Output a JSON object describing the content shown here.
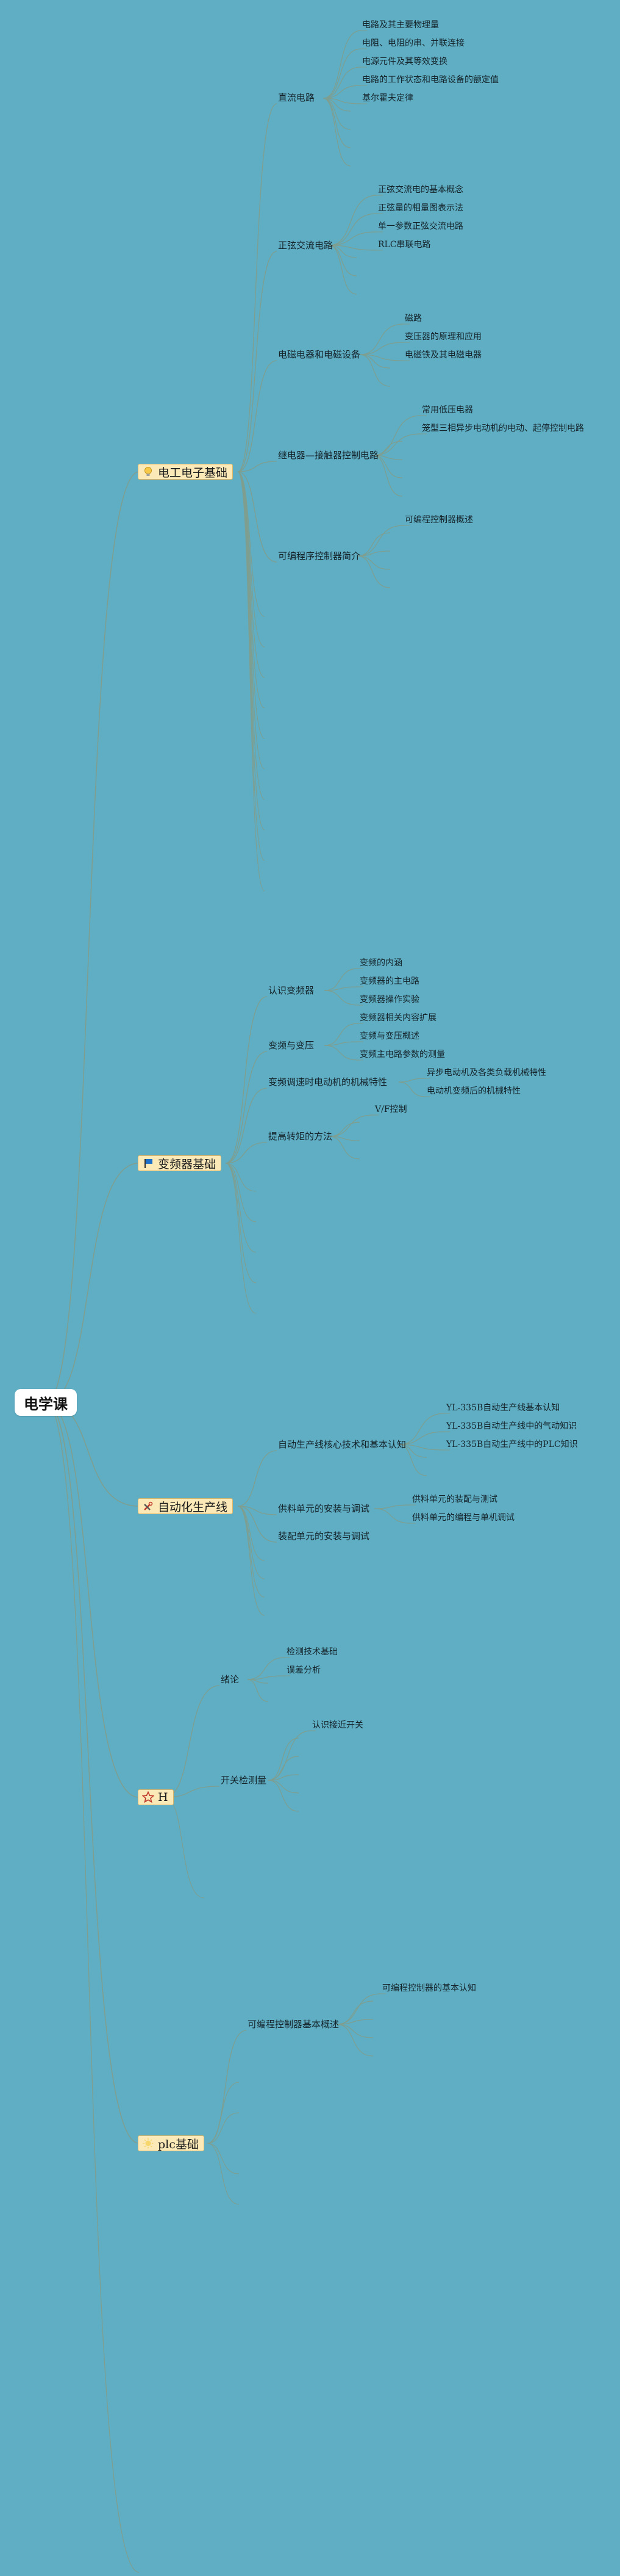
{
  "root": {
    "title": "电学课"
  },
  "branches": {
    "b1": {
      "label": "电工电子基础",
      "icon": "bulb-icon"
    },
    "b2": {
      "label": "变频器基础",
      "icon": "flag-icon"
    },
    "b3": {
      "label": "自动化生产线",
      "icon": "tools-icon"
    },
    "b4": {
      "label": "H",
      "icon": "star-icon"
    },
    "b5": {
      "label": "plc基础",
      "icon": "sun-icon"
    }
  },
  "b1": {
    "c1": {
      "label": "直流电路",
      "items": [
        "电路及其主要物理量",
        "电阻、电阻的串、并联连接",
        "电源元件及其等效变换",
        "电路的工作状态和电路设备的额定值",
        "基尔霍夫定律"
      ]
    },
    "c2": {
      "label": "正弦交流电路",
      "items": [
        "正弦交流电的基本概念",
        "正弦量的相量图表示法",
        "单一参数正弦交流电路",
        "RLC串联电路"
      ]
    },
    "c3": {
      "label": "电磁电器和电磁设备",
      "items": [
        "磁路",
        "变压器的原理和应用",
        "电磁铁及其电磁电器"
      ]
    },
    "c4": {
      "label": "继电器—接触器控制电路",
      "items": [
        "常用低压电器",
        "笼型三相异步电动机的电动、起停控制电路"
      ]
    },
    "c5": {
      "label": "可编程序控制器简介",
      "items": [
        "可编程控制器概述"
      ]
    }
  },
  "b2": {
    "c1": {
      "label": "认识变频器",
      "items": [
        "变频的内涵",
        "变频器的主电路",
        "变频器操作实验"
      ]
    },
    "c2": {
      "label": "变频与变压",
      "items": [
        "变频器相关内容扩展",
        "变频与变压概述",
        "变频主电路参数的测量"
      ]
    },
    "c3": {
      "label": "变频调速时电动机的机械特性",
      "items": [
        "异步电动机及各类负载机械特性",
        "电动机变频后的机械特性"
      ]
    },
    "c4": {
      "label": "提高转矩的方法",
      "items": [
        "V/F控制"
      ]
    }
  },
  "b3": {
    "c1": {
      "label": "自动生产线核心技术和基本认知",
      "items": [
        "YL-335B自动生产线基本认知",
        "YL-335B自动生产线中的气动知识",
        "YL-335B自动生产线中的PLC知识"
      ]
    },
    "c2": {
      "label": "供料单元的安装与调试",
      "items": [
        "供料单元的装配与测试",
        "供料单元的编程与单机调试"
      ]
    },
    "c3": {
      "label": "装配单元的安装与调试",
      "items": []
    }
  },
  "b4": {
    "c1": {
      "label": "绪论",
      "items": [
        "检测技术基础",
        "误差分析"
      ]
    },
    "c2": {
      "label": "开关检测量",
      "items": [
        "认识接近开关"
      ]
    }
  },
  "b5": {
    "c1": {
      "label": "可编程控制器基本概述",
      "items": [
        "可编程控制器的基本认知"
      ]
    }
  },
  "colors": {
    "background": "#5faec4",
    "line": "#7f9e8f",
    "branch_fill": "#fbe9b8"
  }
}
